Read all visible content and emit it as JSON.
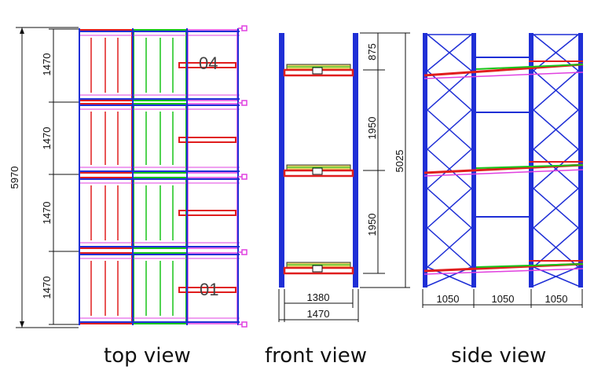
{
  "top_view": {
    "caption": "top view",
    "total_dim": "5970",
    "bay_dims": [
      "1470",
      "1470",
      "1470",
      "1470"
    ],
    "labels": [
      "04",
      "01"
    ]
  },
  "front_view": {
    "caption": "front view",
    "vertical_dims": [
      "875",
      "1950",
      "1950"
    ],
    "total_dim": "5025",
    "width_inner": "1380",
    "width_outer": "1470"
  },
  "side_view": {
    "caption": "side view",
    "widths": [
      "1050",
      "1050",
      "1050"
    ]
  },
  "colors": {
    "upright_blue": "#1f2fd6",
    "beam_red": "#e01e1e",
    "deck_green": "#18c418",
    "magenta": "#e040e0",
    "dim_line": "#111111"
  }
}
